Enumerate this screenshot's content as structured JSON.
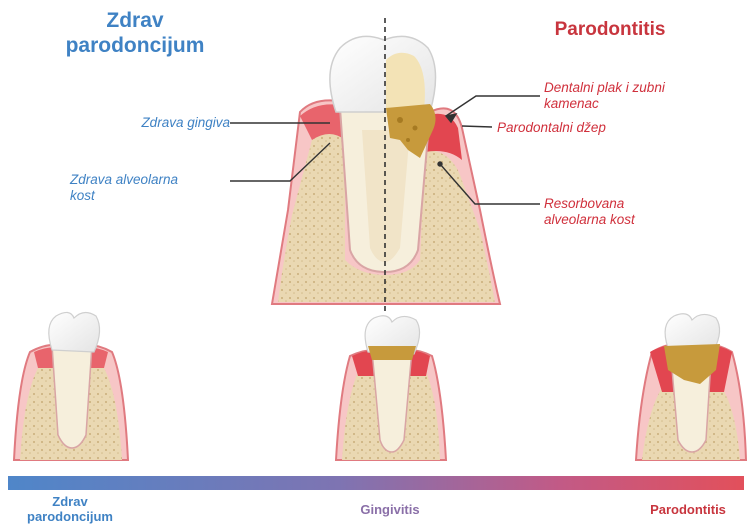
{
  "titles": {
    "healthy": "Zdrav\nparodoncijum",
    "disease": "Parodontitis"
  },
  "labels": {
    "healthy_gum": "Zdrava gingiva",
    "healthy_bone": "Zdrava alveolarna\nkost",
    "plaque": "Dentalni plak i zubni\nkamenac",
    "pocket": "Parodontalni džep",
    "resorbed_bone": "Resorbovana\nalveolarna kost"
  },
  "scale": {
    "left": "Zdrav\nparodoncijum",
    "middle": "Gingivitis",
    "right": "Parodontitis"
  },
  "colors": {
    "blue": "#3f82c4",
    "red": "#d0303c",
    "gum": "#e8646c",
    "bone": "#e6d3ad",
    "plaque": "#c79a3c"
  }
}
